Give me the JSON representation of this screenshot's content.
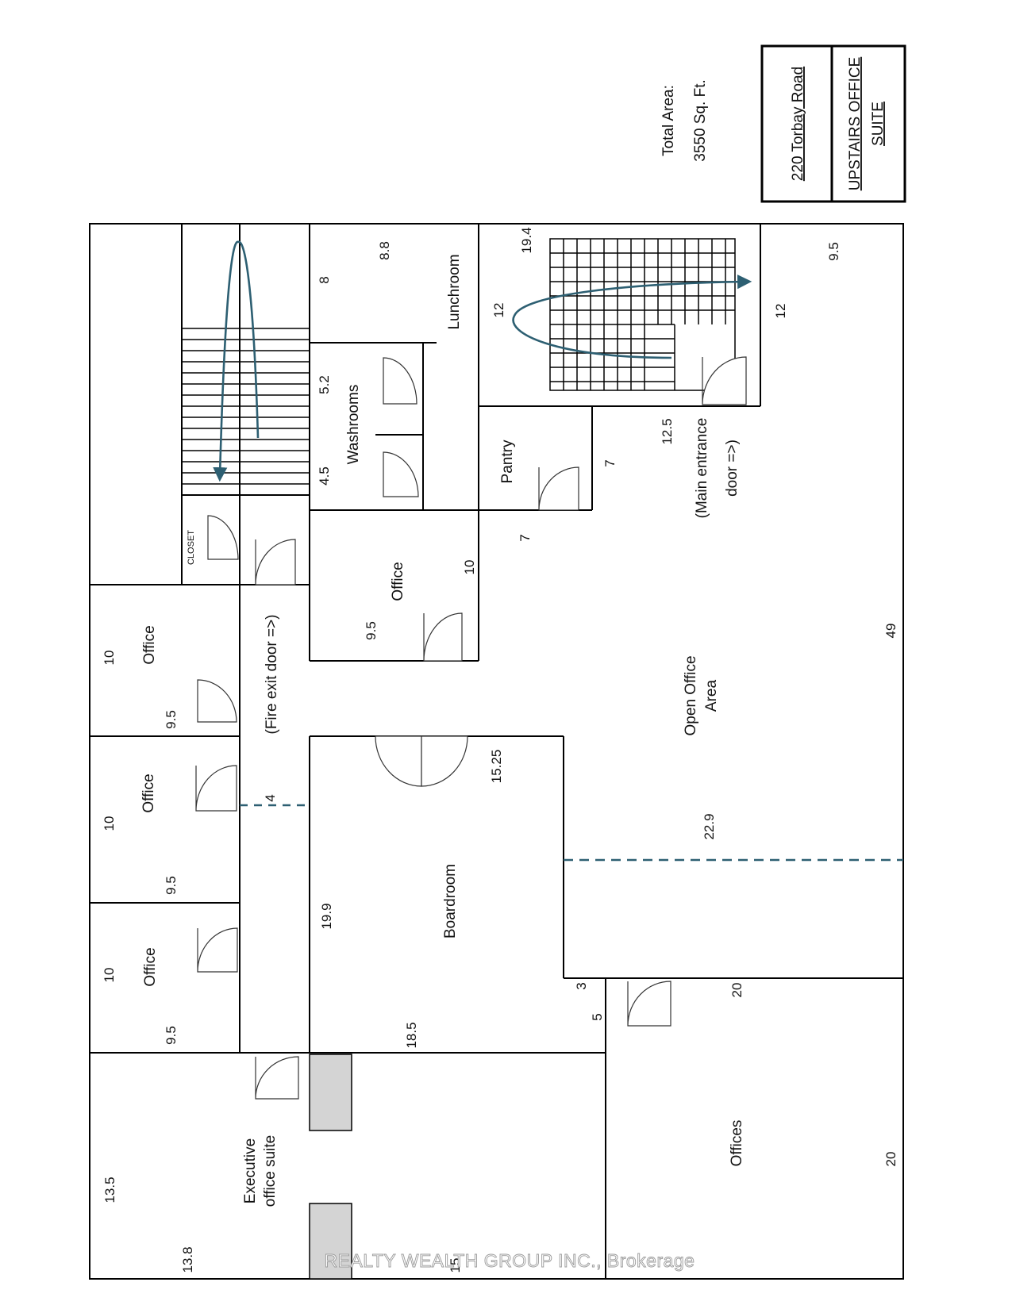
{
  "title_block": {
    "address": "220 Torbay Road",
    "suite_line1": "UPSTAIRS OFFICE",
    "suite_line2": "SUITE"
  },
  "total_area": {
    "line1": "Total Area:",
    "line2": "3550 Sq. Ft."
  },
  "rooms": {
    "lunchroom": "Lunchroom",
    "washrooms": "Washrooms",
    "pantry": "Pantry",
    "office_center": "Office",
    "office_1": "Office",
    "office_2": "Office",
    "office_3": "Office",
    "boardroom": "Boardroom",
    "open_office_line1": "Open Office",
    "open_office_line2": "Area",
    "offices": "Offices",
    "executive_line1": "Executive",
    "executive_line2": "office suite",
    "closet": "CLOSET"
  },
  "doors": {
    "fire_exit": "(Fire exit door =>)",
    "main_entrance_line1": "(Main entrance",
    "main_entrance_line2": "door =>)"
  },
  "dimensions": {
    "lunch_width": "8",
    "lunch_length": "8.8",
    "wash_width_top": "5.2",
    "wash_width_bottom": "4.5",
    "stair_length": "19.4",
    "stair_width": "12",
    "entrance_width": "12",
    "entrance_top": "9.5",
    "entrance_len": "12.5",
    "pantry_a": "7",
    "pantry_b": "7",
    "office_center_w": "10",
    "office_center_l": "9.5",
    "office1_w": "10",
    "office1_l": "9.5",
    "office2_w": "10",
    "office2_l": "9.5",
    "office3_w": "10",
    "office3_l": "9.5",
    "hall_width": "4",
    "board_width": "15.25",
    "board_length": "19.9",
    "board_bottom": "18.5",
    "open_width": "22.9",
    "total_length": "49",
    "offices_top": "20",
    "offices_side": "20",
    "jog_3": "3",
    "jog_5": "5",
    "exec_width": "13.5",
    "exec_length": "13.8",
    "exec_bottom": "15"
  },
  "watermark": "REALTY WEALTH GROUP INC., Brokerage",
  "colors": {
    "arrow": "#2d5f72",
    "partition_fill": "#d4d4d4",
    "wall": "#000000"
  }
}
